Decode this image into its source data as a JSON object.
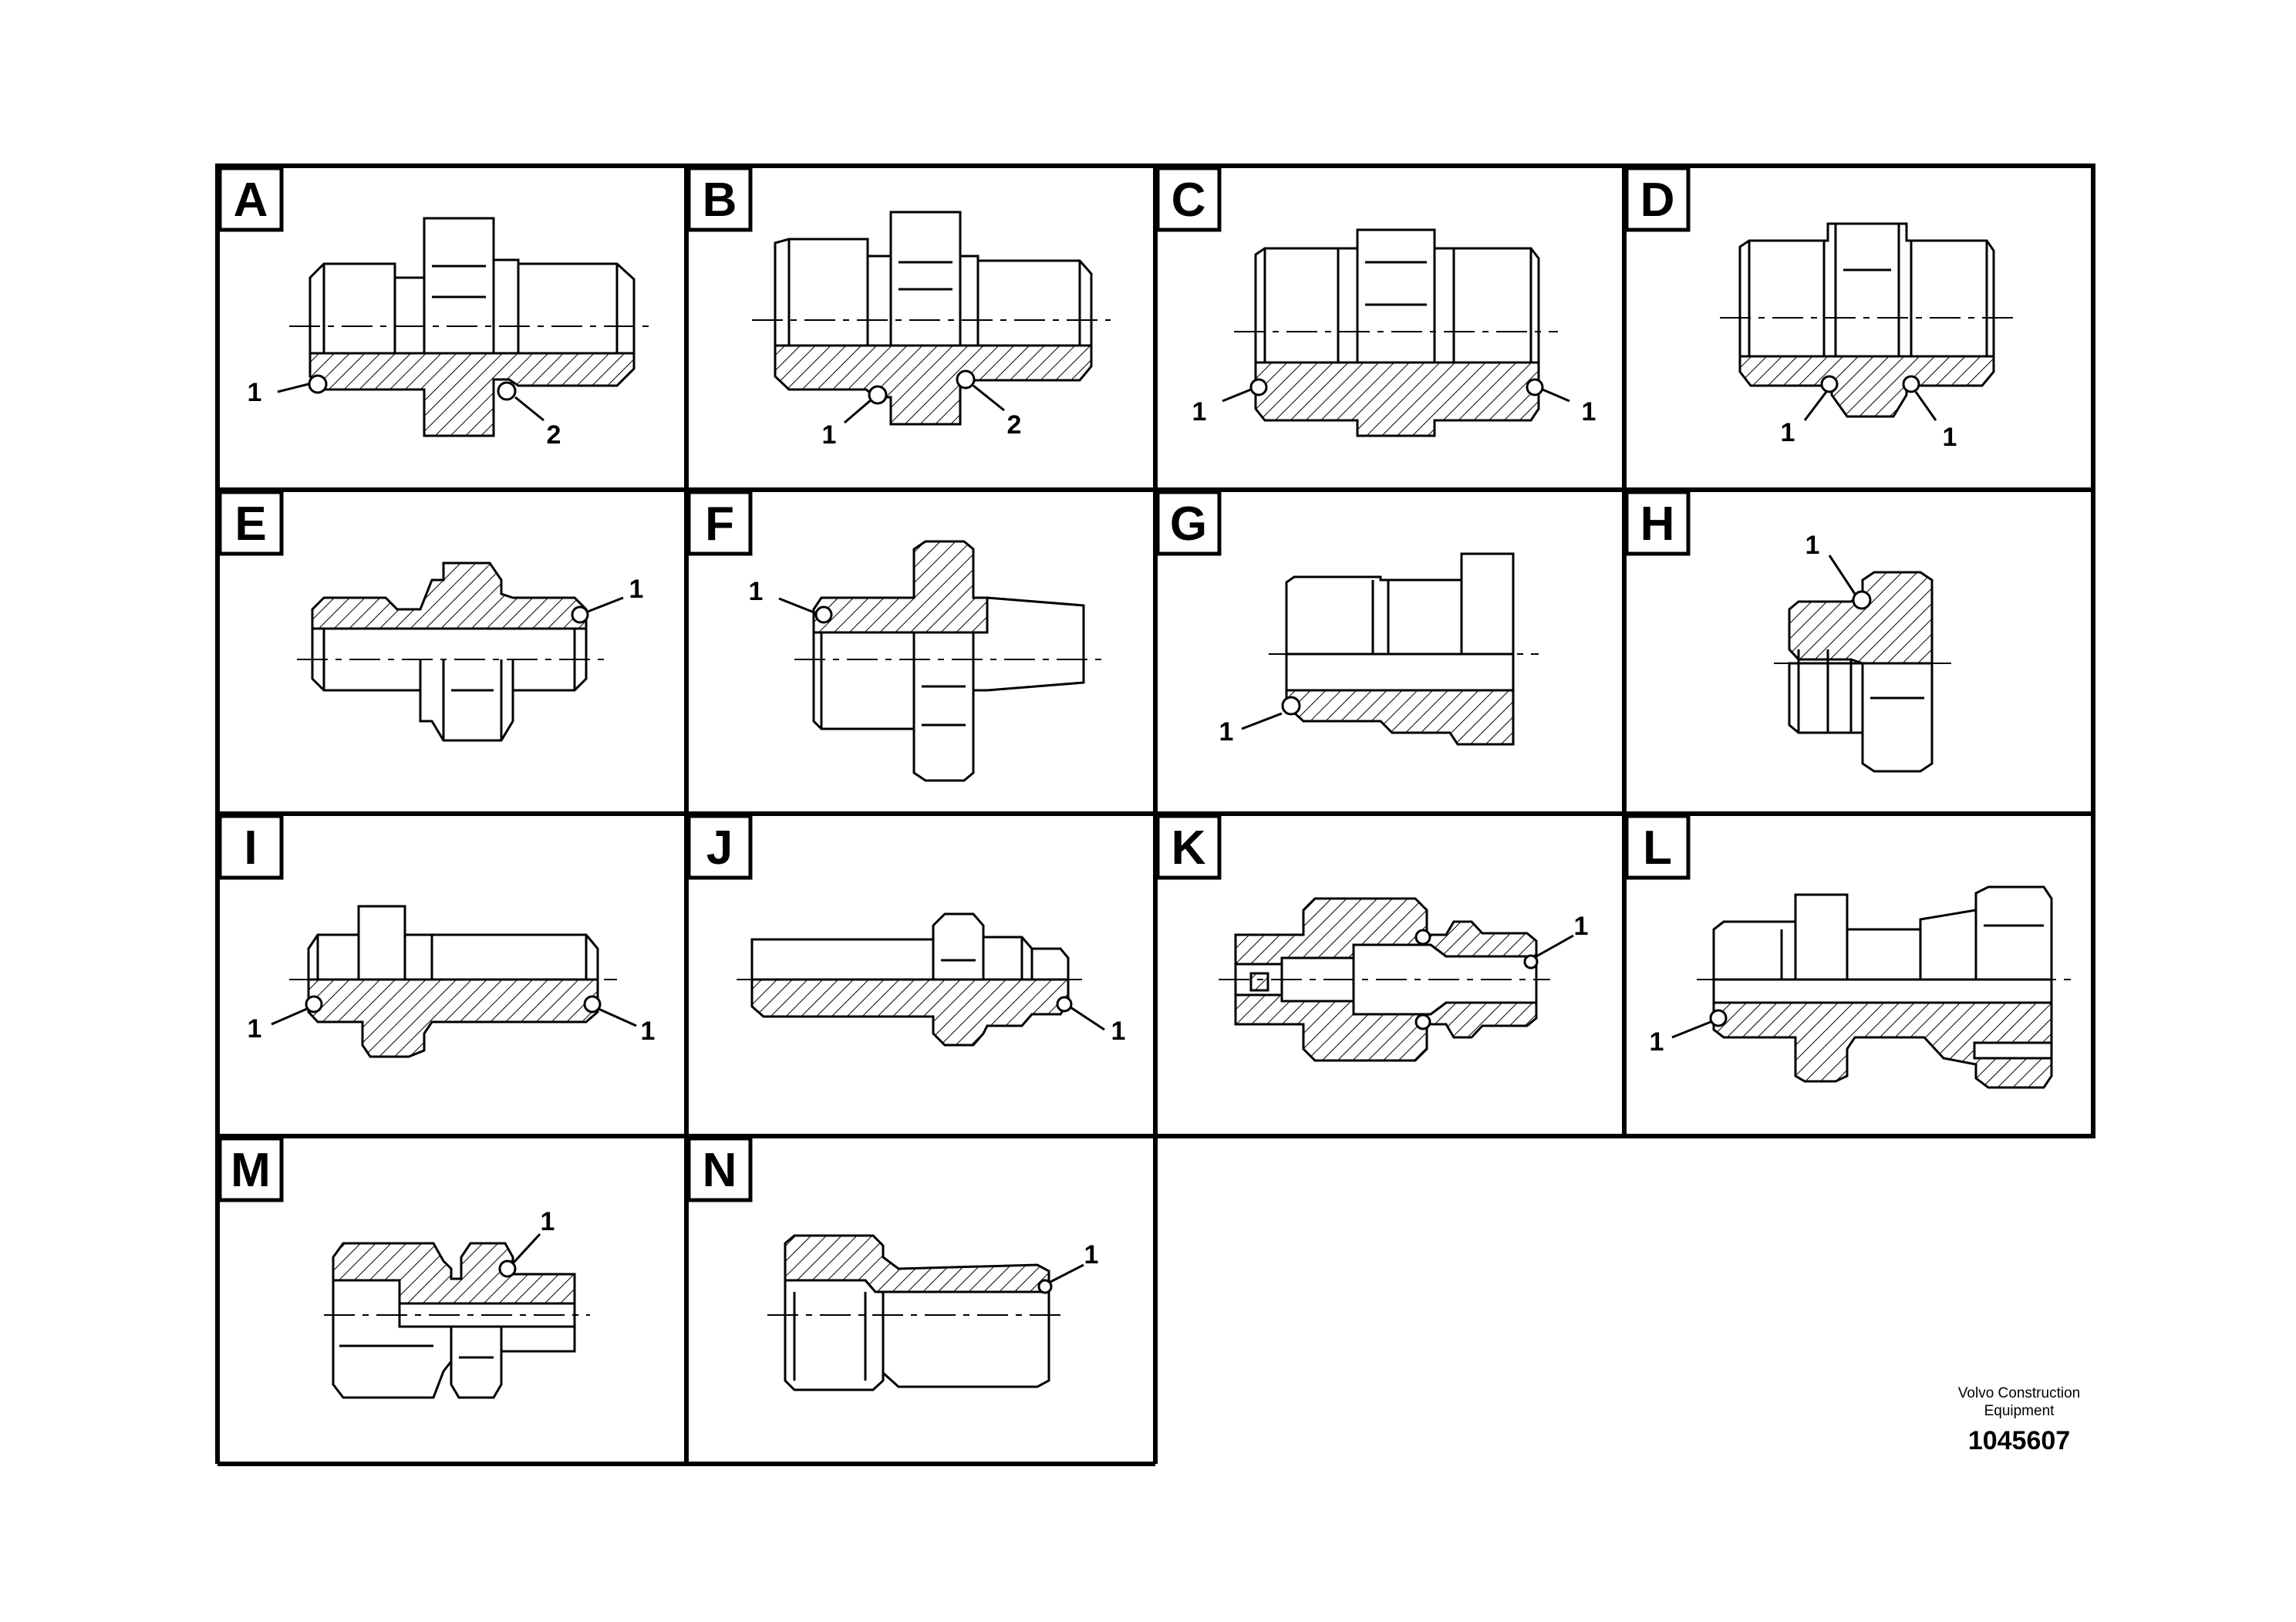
{
  "diagram": {
    "panels": [
      {
        "letter": "A",
        "callouts": [
          "1",
          "2"
        ]
      },
      {
        "letter": "B",
        "callouts": [
          "1",
          "2"
        ]
      },
      {
        "letter": "C",
        "callouts": [
          "1",
          "1"
        ]
      },
      {
        "letter": "D",
        "callouts": [
          "1",
          "1"
        ]
      },
      {
        "letter": "E",
        "callouts": [
          "1"
        ]
      },
      {
        "letter": "F",
        "callouts": [
          "1"
        ]
      },
      {
        "letter": "G",
        "callouts": [
          "1"
        ]
      },
      {
        "letter": "H",
        "callouts": [
          "1"
        ]
      },
      {
        "letter": "I",
        "callouts": [
          "1",
          "1"
        ]
      },
      {
        "letter": "J",
        "callouts": [
          "1"
        ]
      },
      {
        "letter": "K",
        "callouts": [
          "1"
        ]
      },
      {
        "letter": "L",
        "callouts": [
          "1"
        ]
      },
      {
        "letter": "M",
        "callouts": [
          "1"
        ]
      },
      {
        "letter": "N",
        "callouts": [
          "1"
        ]
      }
    ]
  },
  "footer": {
    "brand_line1": "Volvo Construction",
    "brand_line2": "Equipment",
    "drawing_number": "1045607"
  }
}
